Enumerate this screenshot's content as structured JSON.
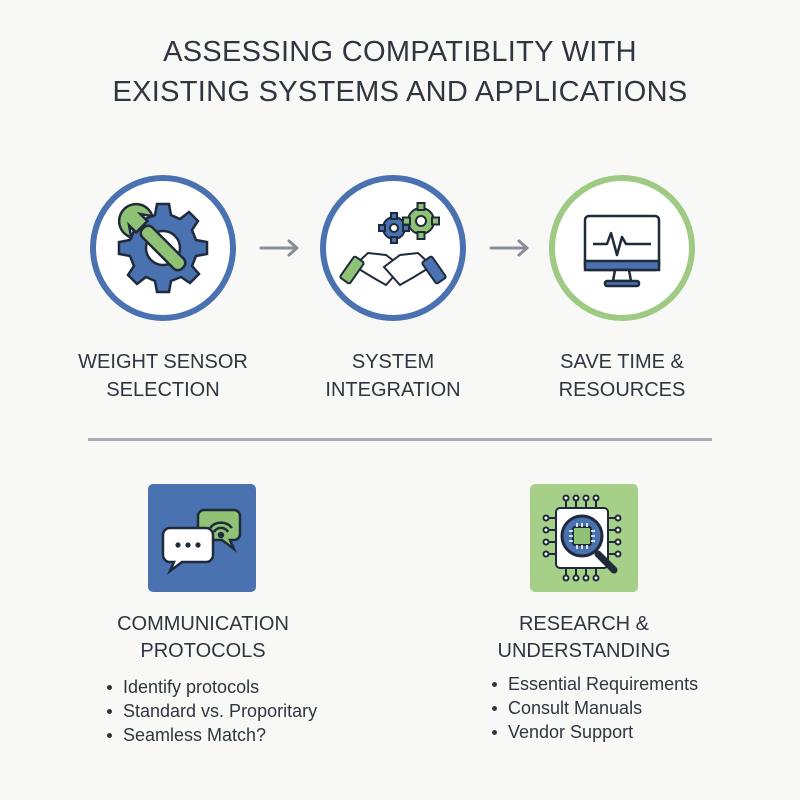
{
  "title": {
    "line1": "ASSESSING COMPATIBLITY WITH",
    "line2": "EXISTING SYSTEMS AND APPLICATIONS"
  },
  "steps": [
    {
      "icon": "gear-wrench-icon",
      "line1": "WEIGHT SENSOR",
      "line2": "SELECTION",
      "ring_color": "#4a72b0"
    },
    {
      "icon": "handshake-gears-icon",
      "line1": "SYSTEM",
      "line2": "INTEGRATION",
      "ring_color": "#4a72b0"
    },
    {
      "icon": "monitor-heartbeat-icon",
      "line1": "SAVE TIME &",
      "line2": "RESOURCES",
      "ring_color": "#9fca83"
    }
  ],
  "cards": [
    {
      "icon": "chat-wifi-icon",
      "tile_color": "#4a72b0",
      "title_line1": "COMMUNICATION",
      "title_line2": "PROTOCOLS",
      "bullets": [
        "Identify protocols",
        "Standard vs. Proporitary",
        "Seamless Match?"
      ]
    },
    {
      "icon": "chip-magnifier-icon",
      "tile_color": "#a6cf88",
      "title_line1": "RESEARCH &",
      "title_line2": "UNDERSTANDING",
      "bullets": [
        "Essential Requirements",
        "Consult Manuals",
        "Vendor Support"
      ]
    }
  ],
  "colors": {
    "blue": "#4a72b0",
    "green": "#9fca83",
    "text": "#2f3640",
    "divider": "#a9adb2"
  }
}
